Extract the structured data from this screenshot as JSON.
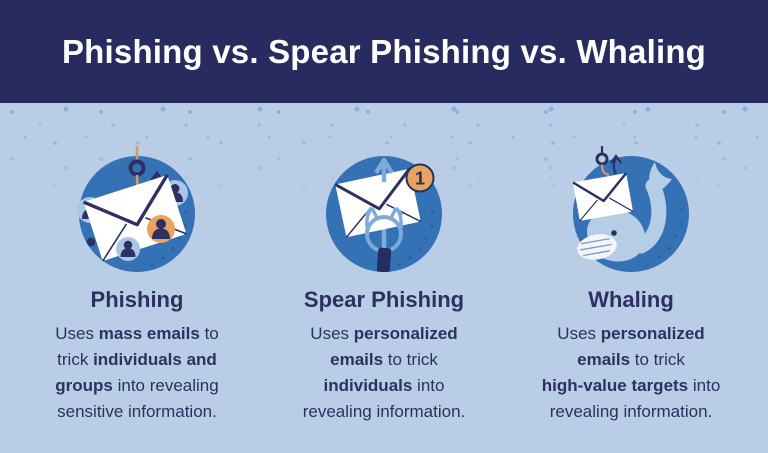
{
  "header": {
    "title": "Phishing vs. Spear Phishing vs. Whaling"
  },
  "columns": [
    {
      "id": "phishing",
      "icon_name": "envelope-on-fishhook-with-group-avatars-icon",
      "heading": "Phishing",
      "desc_segments": [
        {
          "t": "Uses ",
          "b": false
        },
        {
          "t": "mass emails",
          "b": true
        },
        {
          "t": " to",
          "b": false,
          "br": true
        },
        {
          "t": "trick ",
          "b": false
        },
        {
          "t": "individuals and",
          "b": true,
          "br": true
        },
        {
          "t": "groups",
          "b": true
        },
        {
          "t": " into revealing",
          "b": false,
          "br": true
        },
        {
          "t": "sensitive information.",
          "b": false
        }
      ]
    },
    {
      "id": "spear-phishing",
      "icon_name": "trident-through-envelope-icon",
      "badge": "1",
      "heading": "Spear Phishing",
      "desc_segments": [
        {
          "t": "Uses ",
          "b": false
        },
        {
          "t": "personalized",
          "b": true,
          "br": true
        },
        {
          "t": "emails",
          "b": true
        },
        {
          "t": " to trick",
          "b": false,
          "br": true
        },
        {
          "t": "individuals",
          "b": true
        },
        {
          "t": " into",
          "b": false,
          "br": true
        },
        {
          "t": "revealing information.",
          "b": false
        }
      ]
    },
    {
      "id": "whaling",
      "icon_name": "whale-with-envelope-on-fishhook-icon",
      "heading": "Whaling",
      "desc_segments": [
        {
          "t": "Uses ",
          "b": false
        },
        {
          "t": "personalized",
          "b": true,
          "br": true
        },
        {
          "t": "emails",
          "b": true
        },
        {
          "t": " to trick",
          "b": false,
          "br": true
        },
        {
          "t": "high-value targets",
          "b": true
        },
        {
          "t": " into",
          "b": false,
          "br": true
        },
        {
          "t": "revealing information.",
          "b": false
        }
      ]
    }
  ],
  "colors": {
    "header_bg": "#272b5f",
    "page_bg": "#b9cee6",
    "speckle": "#86aed9",
    "circle_blue": "#3471b5",
    "text_navy": "#2d3061",
    "avatar_blue": "#a8c6e6",
    "accent_orange": "#e9a35f",
    "hook_tan": "#d79b61",
    "trident_blue": "#7cabd9",
    "whale_body": "#b6cde6"
  }
}
